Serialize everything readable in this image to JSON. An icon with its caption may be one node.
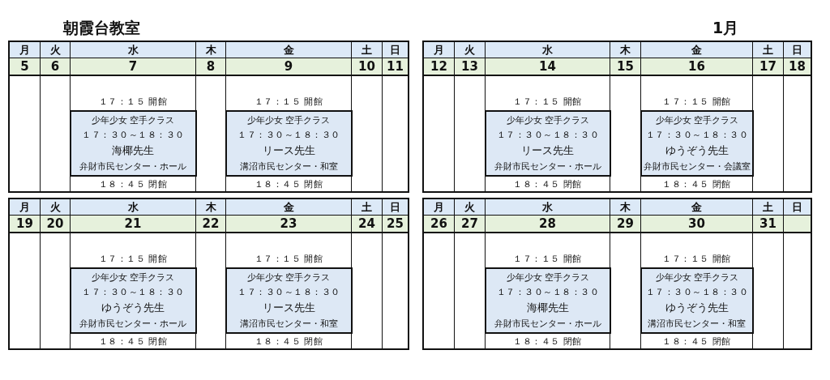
{
  "diagram": {
    "title": "朝霞台教室",
    "nodes": [
      {
        "text": [
          "１７：１５ 開館"
        ]
      },
      {
        "text": [
          "少年少女 空手クラス",
          "１７：３０～１８：３０",
          "海椰先生",
          "弁財市民センター・ホール"
        ]
      },
      {
        "text": [
          "１８：４５ 閉館"
        ]
      },
      {
        "text": [
          "１７：１５ 開館"
        ]
      },
      {
        "text": [
          "少年少女 空手クラス",
          "１７：３０～１８：３０",
          "リース先生",
          "溝沼市民センター・和室"
        ]
      },
      {
        "text": [
          "１８：４５ 閉館"
        ]
      },
      {
        "text": [
          "１７：１５ 開館"
        ]
      },
      {
        "text": [
          "少年少女 空手クラス",
          "１７：３０～１８：３０",
          "リース先生",
          "弁財市民センター・ホール"
        ]
      },
      {
        "text": [
          "１８：４５ 閉館"
        ]
      },
      {
        "text": [
          "１７：１５ 開館"
        ]
      },
      {
        "text": [
          "少年少女 空手クラス",
          "１７：３０～１８：３０",
          "ゆうぞう先生",
          "弁財市民センター・会議室"
        ]
      },
      {
        "text": [
          "１８：４５ 閉館"
        ]
      },
      {
        "text": [
          "１７：１５ 開館"
        ]
      },
      {
        "text": [
          "少年少女 空手クラス",
          "１７：３０～１８：３０",
          "ゆうぞう先生",
          "弁財市民センター・ホール"
        ]
      },
      {
        "text": [
          "１８：４５ 閉館"
        ]
      },
      {
        "text": [
          "１７：１５ 開館"
        ]
      },
      {
        "text": [
          "少年少女 空手クラス",
          "１７：３０～１８：３０",
          "リース先生",
          "溝沼市民センター・和室"
        ]
      },
      {
        "text": [
          "１８：４５ 閉館"
        ]
      },
      {
        "text": [
          "１７：１５ 開館"
        ]
      },
      {
        "text": [
          "少年少女 空手クラス",
          "１７：３０～１８：３０",
          "海椰先生",
          "弁財市民センター・ホール"
        ]
      },
      {
        "text": [
          "１８：４５ 閉館"
        ]
      },
      {
        "text": [
          "１７：１５ 開館"
        ]
      },
      {
        "text": [
          "少年少女 空手クラス",
          "１７：３０～１８：３０",
          "ゆうぞう先生",
          "溝沼市民センター・和室"
        ]
      },
      {
        "text": [
          "１８：４５ 閉館"
        ]
      }
    ],
    "labels": [
      "1月",
      "月",
      "火",
      "水",
      "木",
      "金",
      "土",
      "日",
      "5",
      "6",
      "7",
      "8",
      "9",
      "10",
      "11",
      "月",
      "火",
      "水",
      "木",
      "金",
      "土",
      "日",
      "12",
      "13",
      "14",
      "15",
      "16",
      "17",
      "18",
      "月",
      "火",
      "水",
      "木",
      "金",
      "土",
      "日",
      "19",
      "20",
      "21",
      "22",
      "23",
      "24",
      "25",
      "月",
      "火",
      "水",
      "木",
      "金",
      "土",
      "日",
      "26",
      "27",
      "28",
      "29",
      "30",
      "31"
    ]
  }
}
